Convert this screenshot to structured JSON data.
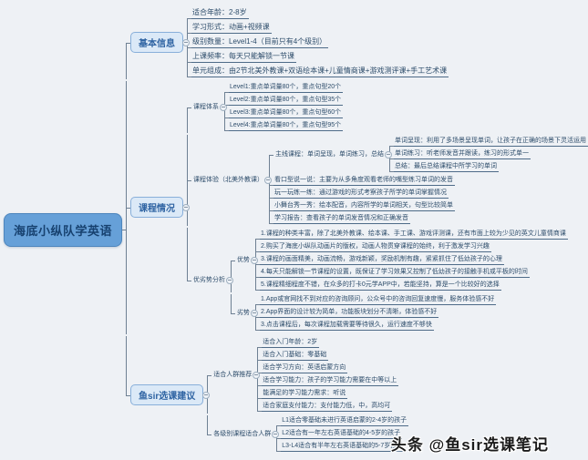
{
  "colors": {
    "root_fill": "#66a0d8",
    "branch_fill": "#dbe9f7",
    "line": "#6e8093",
    "leaf_text": "#2e4d6b"
  },
  "watermark": {
    "text": "头条 @鱼sir选课笔记"
  },
  "tree": {
    "label": "海底小纵队学英语",
    "type": "root",
    "children": [
      {
        "label": "基本信息",
        "type": "box",
        "children": [
          {
            "label": "适合年龄：2-8岁",
            "type": "leaf"
          },
          {
            "label": "学习形式：动画+视频课",
            "type": "leaf"
          },
          {
            "label": "级别数量：Level1-4（目前只有4个级别）",
            "type": "leaf"
          },
          {
            "label": "上课频率：每天只能解锁一节课",
            "type": "leaf"
          },
          {
            "label": "单元组成：由2节北美外教课+双语绘本课+儿童情商课+游戏测评课+手工艺术课",
            "type": "leaf"
          }
        ]
      },
      {
        "label": "课程情况",
        "type": "box",
        "children": [
          {
            "label": "课程体系",
            "type": "plain",
            "children": [
              {
                "label": "Level1:重点单词量80个，重点句型20个",
                "type": "leaf"
              },
              {
                "label": "Level2:重点单词量80个，重点句型35个",
                "type": "leaf"
              },
              {
                "label": "Level3:重点单词量80个，重点句型60个",
                "type": "leaf"
              },
              {
                "label": "Level4:重点单词量80个，重点句型95个",
                "type": "leaf"
              }
            ]
          },
          {
            "label": "课程体验（北美外教课）",
            "type": "plain",
            "children": [
              {
                "label": "主线课程：单词呈现，单词练习，总结",
                "type": "plain",
                "children": [
                  {
                    "label": "单词呈现：利用了多场景呈现单词，让孩子在正确的场景下灵活运用",
                    "type": "leaf"
                  },
                  {
                    "label": "单词练习：听老师发音并跟读，练习的形式单一",
                    "type": "leaf"
                  },
                  {
                    "label": "总结：最后总结课程中所学习的单词",
                    "type": "leaf"
                  }
                ]
              },
              {
                "label": "看口型说一说：主要为从多角度观看老师的嘴型练习单词的发音",
                "type": "leaf"
              },
              {
                "label": "玩一玩练一练：通过游戏的形式考察孩子所学的单词掌握情况",
                "type": "leaf"
              },
              {
                "label": "小舞台秀一秀：绘本配音，内容所学的单词相关，句型比较简单",
                "type": "leaf"
              },
              {
                "label": "学习报告：查看孩子的单词发音情况和正确发音",
                "type": "leaf"
              }
            ]
          },
          {
            "label": "优劣势分析",
            "type": "plain",
            "children": [
              {
                "label": "优势",
                "type": "plain",
                "children": [
                  {
                    "label": "1.课程的种类丰富，除了北美外教课、绘本课、手工课、游戏评测课，还有市面上较为少见的英文儿童情商课",
                    "type": "leaf"
                  },
                  {
                    "label": "2.购买了海底小纵队动画片的版权，动画人物贯穿课程的始终，利于激发学习兴趣",
                    "type": "leaf"
                  },
                  {
                    "label": "3.课程的画面精美，动画流畅，游戏新颖，奖励机制有趣，紧紧抓住了低幼孩子的心理",
                    "type": "leaf"
                  },
                  {
                    "label": "4.每天只能解锁一节课程的设置，既保证了学习效果又控制了低幼孩子的接触手机或平板的时间",
                    "type": "leaf"
                  },
                  {
                    "label": "5.课程精细程度不错，在众多的打卡0元学APP中，若能坚持，算是一个比较好的选择",
                    "type": "leaf"
                  }
                ]
              },
              {
                "label": "劣势",
                "type": "plain",
                "children": [
                  {
                    "label": "1.App或官网找不到对应的咨询顾问，公众号中的咨询回复速度慢，服务体验感不好",
                    "type": "leaf"
                  },
                  {
                    "label": "2.App界面的设计较为简单，功能板块划分不清晰，体验感不好",
                    "type": "leaf"
                  },
                  {
                    "label": "3.点击课程后，每次课程加载需要等待很久，运行速度不够快",
                    "type": "leaf"
                  }
                ]
              }
            ]
          }
        ]
      },
      {
        "label": "鱼sir选课建议",
        "type": "box",
        "children": [
          {
            "label": "适合人群推荐",
            "type": "plain",
            "children": [
              {
                "label": "适合入门年龄：2岁",
                "type": "leaf"
              },
              {
                "label": "适合入门基础：零基础",
                "type": "leaf"
              },
              {
                "label": "适合学习方向：英语启蒙方向",
                "type": "leaf"
              },
              {
                "label": "适合学习能力：孩子的学习能力需要在中等以上",
                "type": "leaf"
              },
              {
                "label": "能满足的学习能力需求：听说",
                "type": "leaf"
              },
              {
                "label": "适合家庭支付能力：支付能力低，中，高均可",
                "type": "leaf"
              }
            ]
          },
          {
            "label": "各级别课程适合人群",
            "type": "plain",
            "children": [
              {
                "label": "L1适合零基础未进行英语启蒙的2-4岁的孩子",
                "type": "leaf"
              },
              {
                "label": "L2适合有一年左右英语基础的4-5岁的孩子",
                "type": "leaf"
              },
              {
                "label": "L3-L4适合有半年左右英语基础的5-7岁孩子",
                "type": "leaf"
              }
            ]
          }
        ]
      }
    ]
  }
}
